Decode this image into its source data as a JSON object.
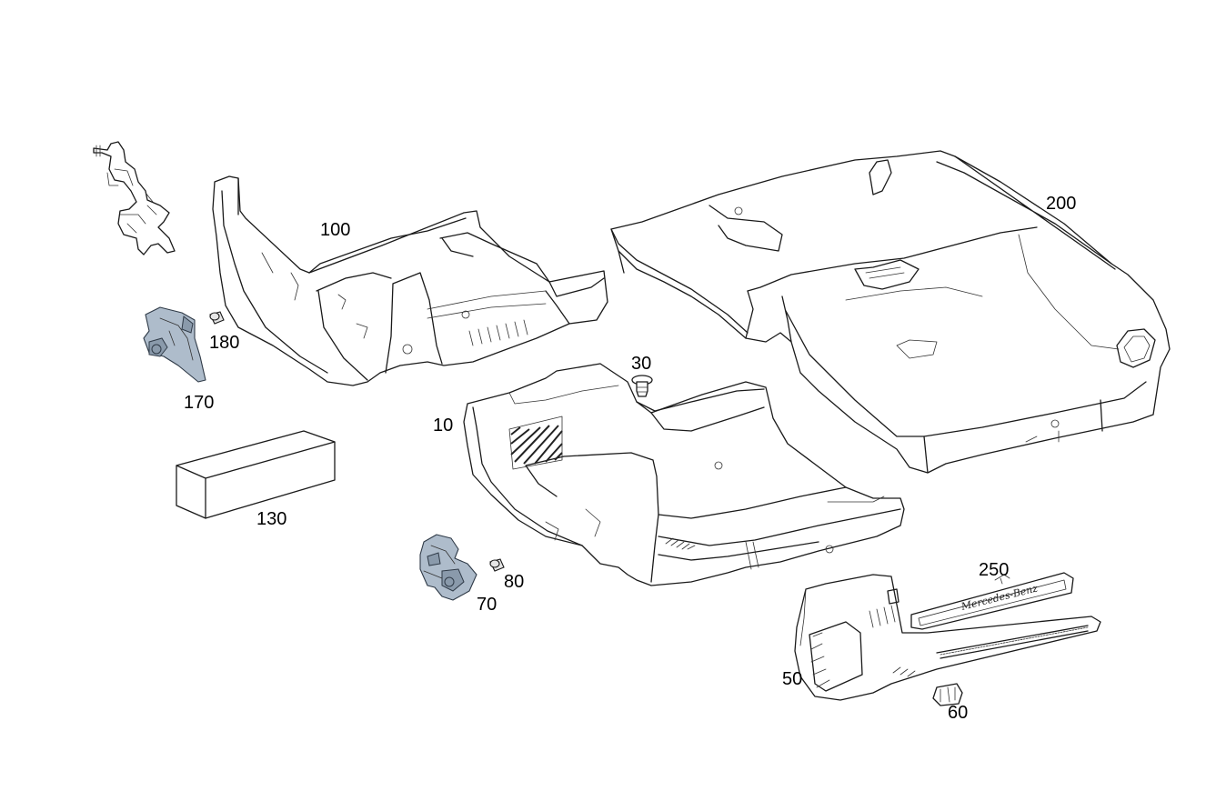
{
  "callouts": {
    "p10": "10",
    "p30": "30",
    "p50": "50",
    "p60": "60",
    "p70": "70",
    "p80": "80",
    "p100": "100",
    "p130": "130",
    "p170": "170",
    "p180": "180",
    "p200": "200",
    "p250": "250"
  },
  "sill_plate_logo": "Mercedes-Benz",
  "colors": {
    "line": "#1a1a1a",
    "part_fill": "#ffffff",
    "highlight_part": "#aebccb",
    "background": "#ffffff"
  }
}
